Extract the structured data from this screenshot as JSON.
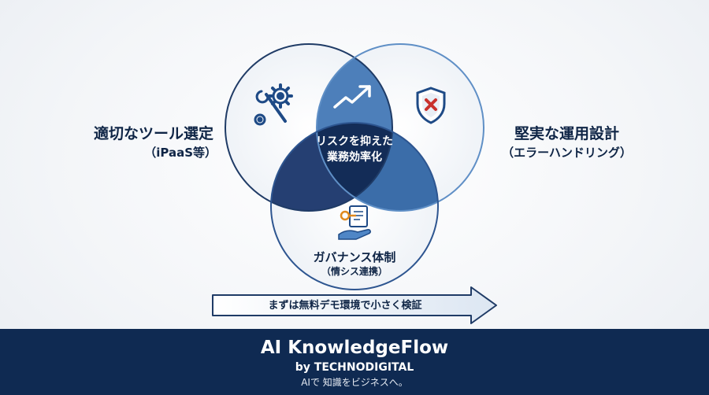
{
  "diagram": {
    "left": {
      "main": "適切なツール選定",
      "sub": "（iPaaS等）"
    },
    "right": {
      "main": "堅実な運用設計",
      "sub": "（エラーハンドリング）"
    },
    "bottom": {
      "main": "ガバナンス体制",
      "sub": "（情シス連携）"
    },
    "center": {
      "line1": "リスクを抑えた",
      "line2": "業務効率化"
    },
    "arrow_text": "まずは無料デモ環境で小さく検証",
    "icons": [
      "gears-wrench-icon",
      "trending-up-icon",
      "shield-x-icon",
      "key-document-hand-icon"
    ],
    "colors": {
      "navy": "#0f2a52",
      "dark_blue": "#243f70",
      "mid_blue": "#3a6ca8",
      "light_blue": "#5f8fc6",
      "outline": "#1f3b66"
    }
  },
  "footer": {
    "brand": "AI KnowledgeFlow",
    "by": "by TECHNODIGITAL",
    "tagline": "AIで 知識をビジネスへ。"
  }
}
